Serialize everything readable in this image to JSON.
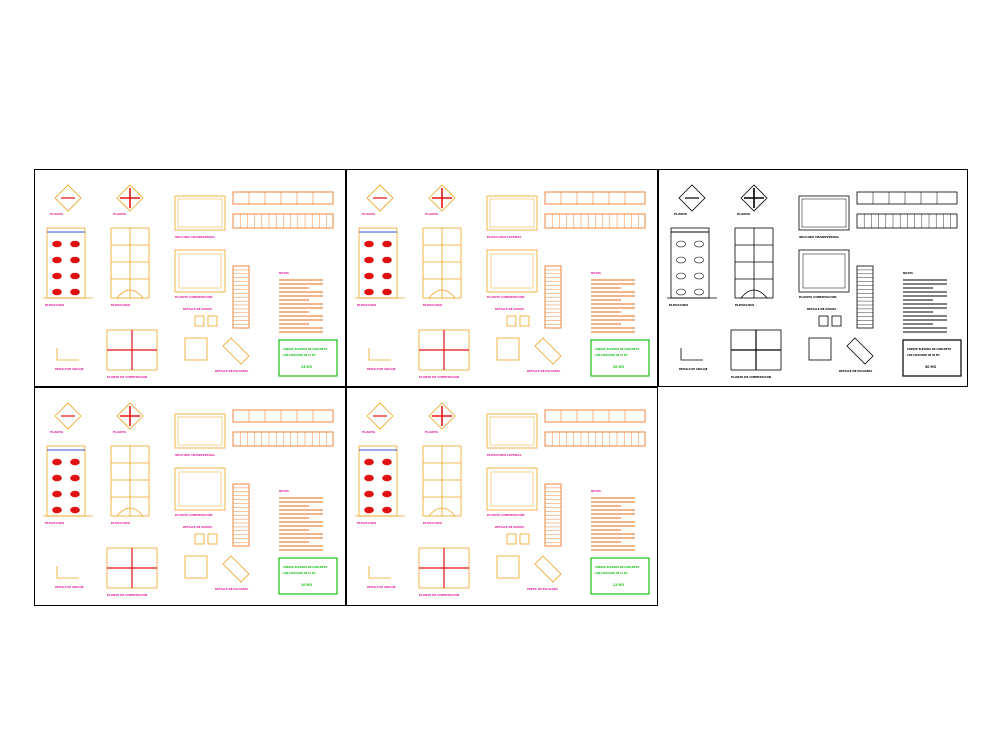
{
  "drawing": {
    "sheets": [
      {
        "variant": "color",
        "labels": {
          "plan1": "PLANTA",
          "plan2": "PLANTA",
          "elev1": "ELEVACION",
          "elev2": "ELEVACION",
          "section_top": "SECCION TRANSVERSAL",
          "section_mid": "PLANTA CIMENTACION",
          "detail1": "DETALLE DE ZAPATA",
          "detail2": "DETALLE DE ANCLAJE",
          "bottom_plan": "PLANTA DE CIMENTACION",
          "bottom_detail": "DETALLE DE ESCALERA",
          "notes": "NOTAS",
          "title1": "TANQUE ELEVADO DE CONCRETO",
          "title2": "CON CAPACIDAD DE 15 M3",
          "scale": "15 M3"
        }
      },
      {
        "variant": "color",
        "labels": {
          "plan1": "PLANTA",
          "plan2": "PLANTA",
          "elev1": "ELEVACION",
          "elev2": "ELEVACION",
          "section_top": "ELEVACION LATERAL",
          "section_mid": "PLANTA CIMENTACION",
          "detail1": "DETALLE DE ZAPATA",
          "detail2": "DETALLE DE ANCLAJE",
          "bottom_plan": "PLANTA DE CIMENTACION",
          "bottom_detail": "DETALLE DE ESCALERA",
          "notes": "NOTAS",
          "title1": "TANQUE ELEVADO DE CONCRETO",
          "title2": "CON CAPACIDAD DE 20 M3",
          "scale": "20 M3"
        }
      },
      {
        "variant": "mono",
        "labels": {
          "plan1": "PLANTA",
          "plan2": "PLANTA",
          "elev1": "ELEVACION",
          "elev2": "ELEVACION",
          "section_top": "SECCION TRANSVERSAL",
          "section_mid": "PLANTA CIMENTACION",
          "detail1": "DETALLE DE ZAPATA",
          "detail2": "DETALLE DE ANCLAJE",
          "bottom_plan": "PLANTA DE CIMENTACION",
          "bottom_detail": "DETALLE DE ESCALERA",
          "notes": "NOTAS",
          "title1": "TANQUE ELEVADO DE CONCRETO",
          "title2": "CON CAPACIDAD DE 30 M3",
          "scale": "30 M3"
        }
      },
      {
        "variant": "color",
        "labels": {
          "plan1": "PLANTA",
          "plan2": "PLANTA",
          "elev1": "ELEVACION",
          "elev2": "ELEVACION",
          "section_top": "SECCION TRANSVERSAL",
          "section_mid": "PLANTA CIMENTACION",
          "detail1": "DETALLE DE ZAPATA",
          "detail2": "DETALLE DE ANCLAJE",
          "bottom_plan": "PLANTA DE CIMENTACION",
          "bottom_detail": "DETALLE DE ESCALERA",
          "notes": "NOTAS",
          "title1": "TANQUE ELEVADO DE CONCRETO",
          "title2": "CON CAPACIDAD DE 10 M3",
          "scale": "10 M3"
        }
      },
      {
        "variant": "color",
        "labels": {
          "plan1": "PLANTA",
          "plan2": "PLANTA",
          "elev1": "ELEVACION",
          "elev2": "ELEVACION",
          "section_top": "ELEVACION LATERAL",
          "section_mid": "PLANTA CIMENTACION",
          "detail1": "DETALLE DE ZAPATA",
          "detail2": "DETALLE DE ANCLAJE",
          "bottom_plan": "PLANTA DE CIMENTACION",
          "bottom_detail": "PERFIL DE ESCALERA",
          "notes": "NOTAS",
          "title1": "TANQUE ELEVADO DE CONCRETO",
          "title2": "CON CAPACIDAD DE 12 M3",
          "scale": "12 M3"
        }
      }
    ]
  },
  "colors": {
    "structure": "#f2a21c",
    "label": "#e0209a",
    "accent": "#e01010",
    "table": "#e86a10",
    "title_box": "#19c219",
    "mono": "#000000",
    "dim": "#3050d0"
  }
}
